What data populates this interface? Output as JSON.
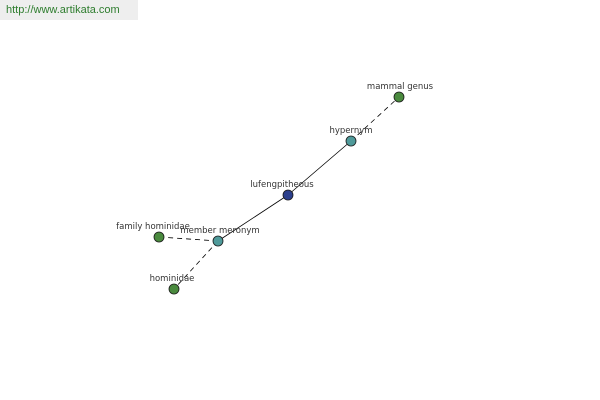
{
  "header": {
    "url": "http://www.artikata.com"
  },
  "colors": {
    "url_text": "#2e7d2e",
    "url_bar": "#eeeeee",
    "edge": "#000000",
    "center_node": "#2b3f8c",
    "relation_node": "#4f9a9a",
    "term_node": "#4a8a3e",
    "node_stroke": "#1a1a1a"
  },
  "graph": {
    "center": "lufengpitheous",
    "nodes": [
      {
        "id": "lufengpitheous",
        "label": "lufengpitheous",
        "kind": "center"
      },
      {
        "id": "hypernym",
        "label": "hypernym",
        "kind": "relation"
      },
      {
        "id": "mammal_genus",
        "label": "mammal genus",
        "kind": "term"
      },
      {
        "id": "member_meronym",
        "label": "member meronym",
        "kind": "relation"
      },
      {
        "id": "family_hominidae",
        "label": "family hominidae",
        "kind": "term"
      },
      {
        "id": "hominidae",
        "label": "hominidae",
        "kind": "term"
      }
    ],
    "edges": [
      {
        "from": "lufengpitheous",
        "to": "hypernym",
        "style": "solid"
      },
      {
        "from": "hypernym",
        "to": "mammal_genus",
        "style": "dashed"
      },
      {
        "from": "lufengpitheous",
        "to": "member_meronym",
        "style": "solid"
      },
      {
        "from": "member_meronym",
        "to": "family_hominidae",
        "style": "dashed"
      },
      {
        "from": "member_meronym",
        "to": "hominidae",
        "style": "dashed"
      }
    ]
  }
}
